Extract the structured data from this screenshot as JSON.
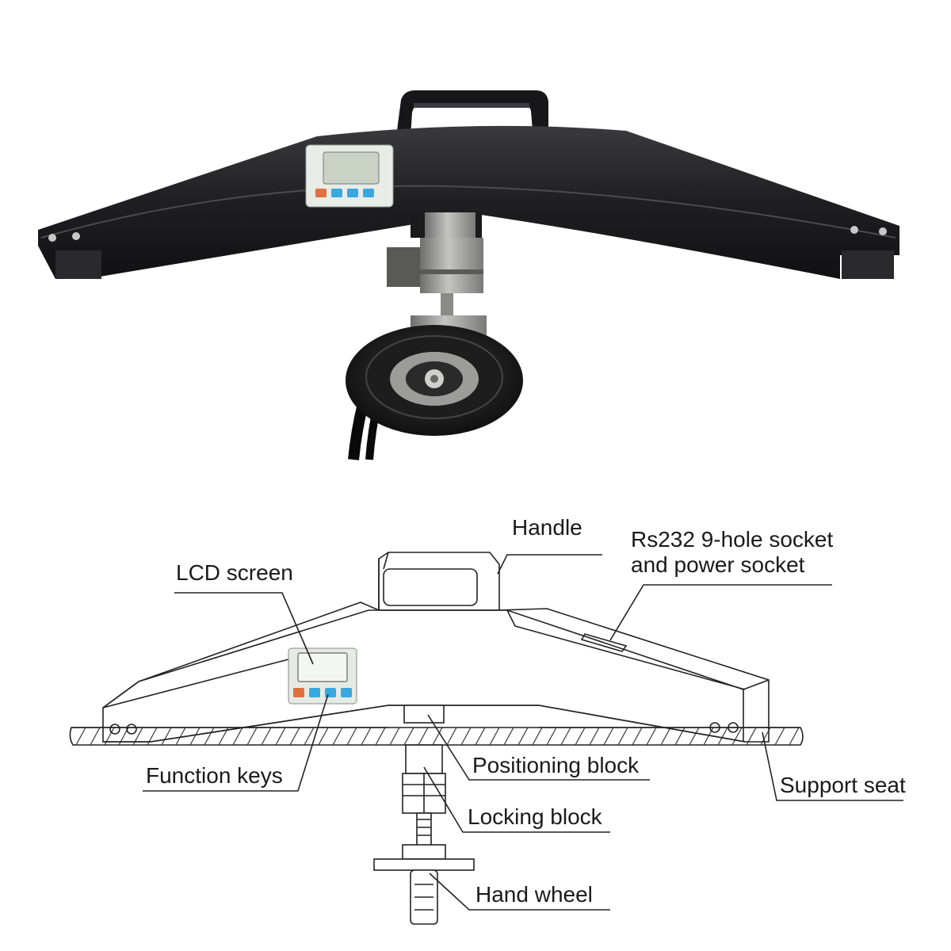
{
  "labels": {
    "handle": "Handle",
    "rs232_line1": "Rs232 9-hole socket",
    "rs232_line2": "and power socket",
    "lcd_screen": "LCD screen",
    "function_keys": "Function keys",
    "positioning_block": "Positioning block",
    "support_seat": "Support seat",
    "locking_block": "Locking block",
    "hand_wheel": "Hand wheel"
  },
  "colors": {
    "device_body": "#1c1c1e",
    "steel": "#9a9a98",
    "key_red": "#e07040",
    "key_blue": "#38a8e0",
    "lcd": "#c9d2c4"
  }
}
